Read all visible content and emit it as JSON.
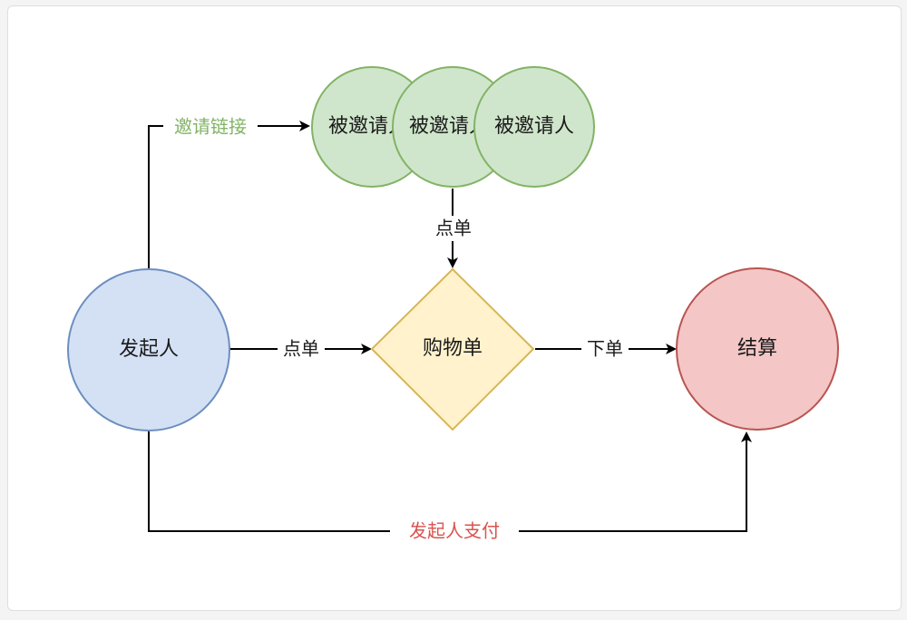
{
  "diagram": {
    "nodes": {
      "initiator": {
        "label": "发起人",
        "fill": "#d4e1f5",
        "stroke": "#6c8ebf"
      },
      "invitee_1": {
        "label": "被邀请人",
        "fill": "#d0e6cc",
        "stroke": "#82b366"
      },
      "invitee_2": {
        "label": "被邀请人",
        "fill": "#d0e6cc",
        "stroke": "#82b366"
      },
      "invitee_3": {
        "label": "被邀请人",
        "fill": "#d0e6cc",
        "stroke": "#82b366"
      },
      "cart": {
        "label": "购物单",
        "fill": "#fff2cc",
        "stroke": "#d6b656"
      },
      "checkout": {
        "label": "结算",
        "fill": "#f4c6c6",
        "stroke": "#b85450"
      }
    },
    "edges": {
      "invite_link": {
        "label": "邀请链接",
        "color": "#82b366"
      },
      "invitee_order": {
        "label": "点单",
        "color": "#1a1a1a"
      },
      "initiator_order": {
        "label": "点单",
        "color": "#1a1a1a"
      },
      "place_order": {
        "label": "下单",
        "color": "#1a1a1a"
      },
      "initiator_pay": {
        "label": "发起人支付",
        "color": "#d9534f"
      }
    }
  }
}
